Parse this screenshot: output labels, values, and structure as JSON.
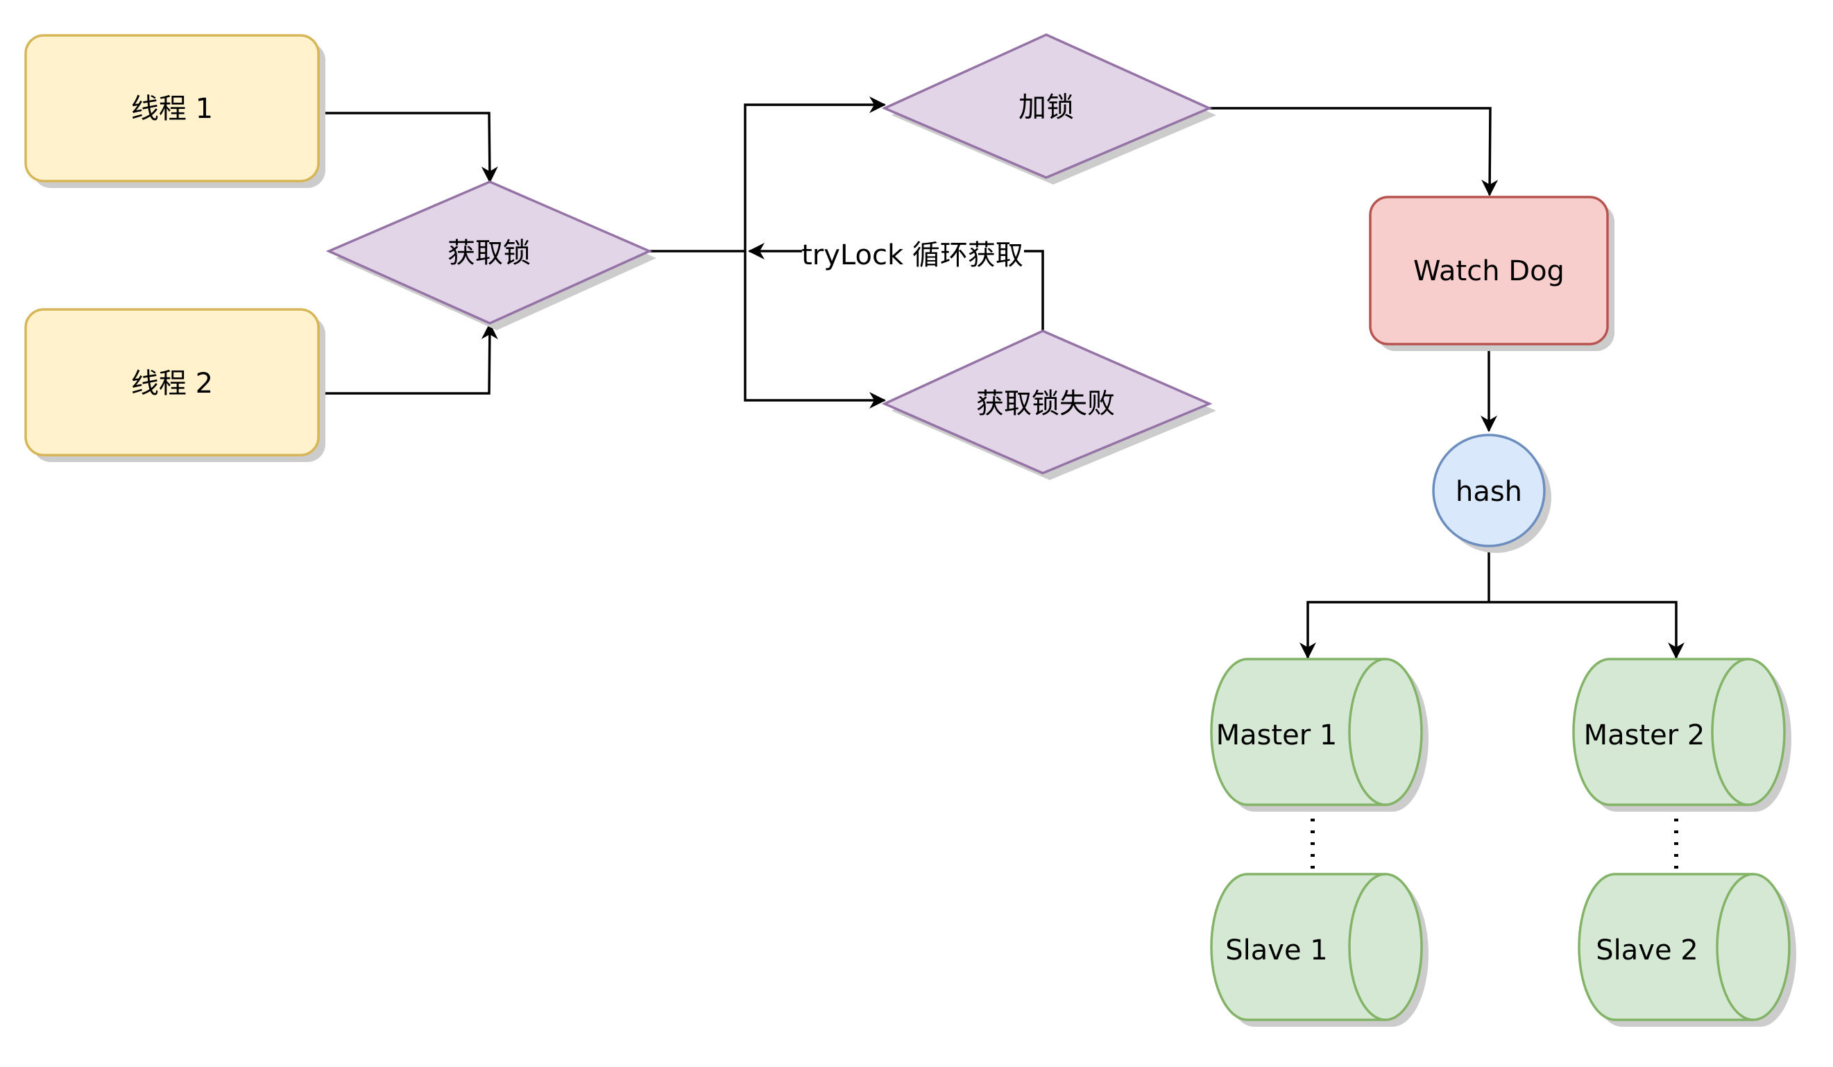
{
  "nodes": {
    "thread1": {
      "label": "线程 1",
      "fill": "#fff2cc",
      "stroke": "#d6b656"
    },
    "thread2": {
      "label": "线程 2",
      "fill": "#fff2cc",
      "stroke": "#d6b656"
    },
    "acquire": {
      "label": "获取锁",
      "fill": "#e1d5e7",
      "stroke": "#9673a6"
    },
    "lock": {
      "label": "加锁",
      "fill": "#e1d5e7",
      "stroke": "#9673a6"
    },
    "fail": {
      "label": "获取锁失败",
      "fill": "#e1d5e7",
      "stroke": "#9673a6"
    },
    "watchdog": {
      "label": "Watch Dog",
      "fill": "#f8cecc",
      "stroke": "#b85450"
    },
    "hash": {
      "label": "hash",
      "fill": "#dae8fc",
      "stroke": "#6c8ebf"
    },
    "master1": {
      "label": "Master 1",
      "fill": "#d5e8d4",
      "stroke": "#82b366"
    },
    "master2": {
      "label": "Master 2",
      "fill": "#d5e8d4",
      "stroke": "#82b366"
    },
    "slave1": {
      "label": "Slave 1",
      "fill": "#d5e8d4",
      "stroke": "#82b366"
    },
    "slave2": {
      "label": "Slave 2",
      "fill": "#d5e8d4",
      "stroke": "#82b366"
    }
  },
  "edges": {
    "retry_label": "tryLock 循环获取"
  },
  "colors": {
    "edge": "#000000",
    "shadow": "#c8c8c8"
  }
}
